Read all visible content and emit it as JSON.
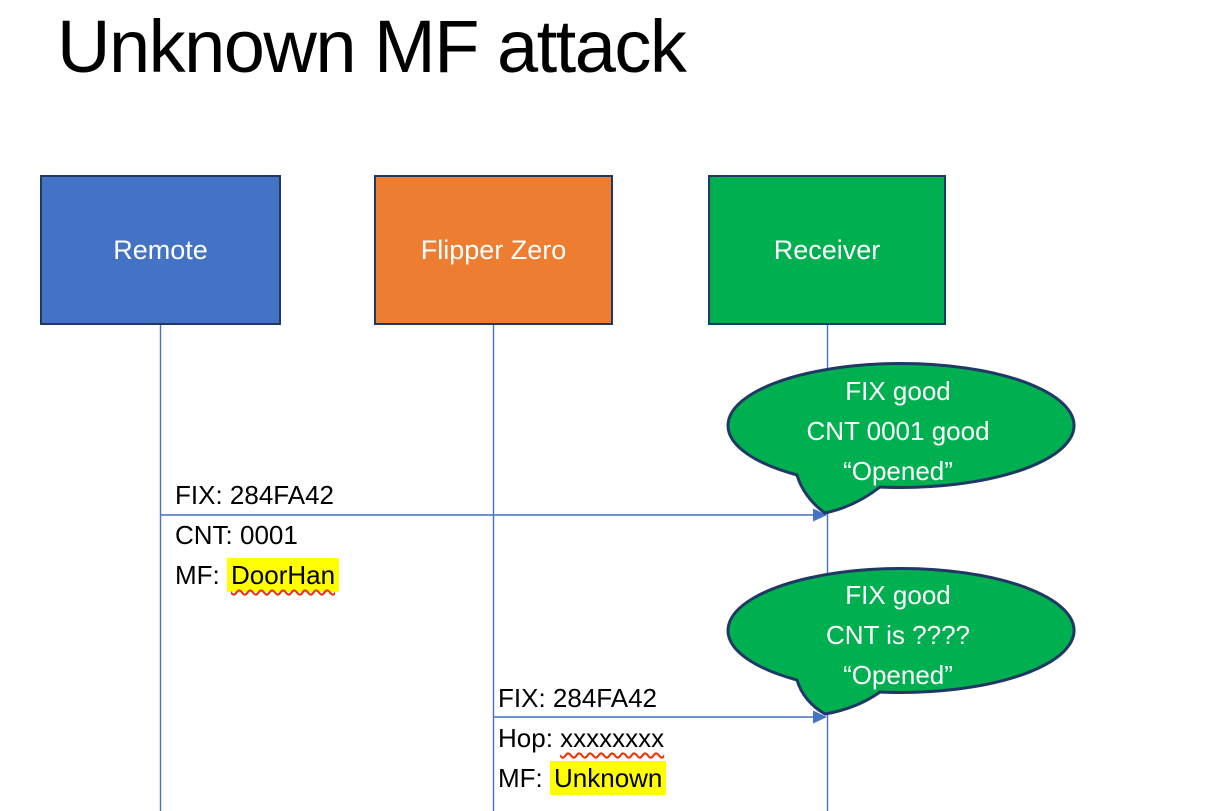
{
  "title": "Unknown MF attack",
  "colors": {
    "remote_fill": "#4472C4",
    "flipper_fill": "#ED7D31",
    "receiver_fill": "#00B050",
    "bubble_fill": "#00B050",
    "shape_border": "#1F3864",
    "line_blue": "#4472C4",
    "highlight_yellow": "#FFFF00",
    "spellcheck_red": "#F03000"
  },
  "actors": {
    "remote": "Remote",
    "flipper": "Flipper Zero",
    "receiver": "Receiver"
  },
  "message1": {
    "line1": "FIX: 284FA42",
    "line2": "CNT: 0001",
    "line3_prefix": "MF: ",
    "line3_value": "DoorHan"
  },
  "message2": {
    "line1": "FIX: 284FA42",
    "line2_prefix": "Hop: ",
    "line2_value": "xxxxxxxx",
    "line3_prefix": "MF: ",
    "line3_value": "Unknown"
  },
  "bubble1": {
    "line1": "FIX good",
    "line2": "CNT 0001 good",
    "line3": "“Opened”"
  },
  "bubble2": {
    "line1": "FIX good",
    "line2": "CNT is ????",
    "line3": "“Opened”"
  }
}
